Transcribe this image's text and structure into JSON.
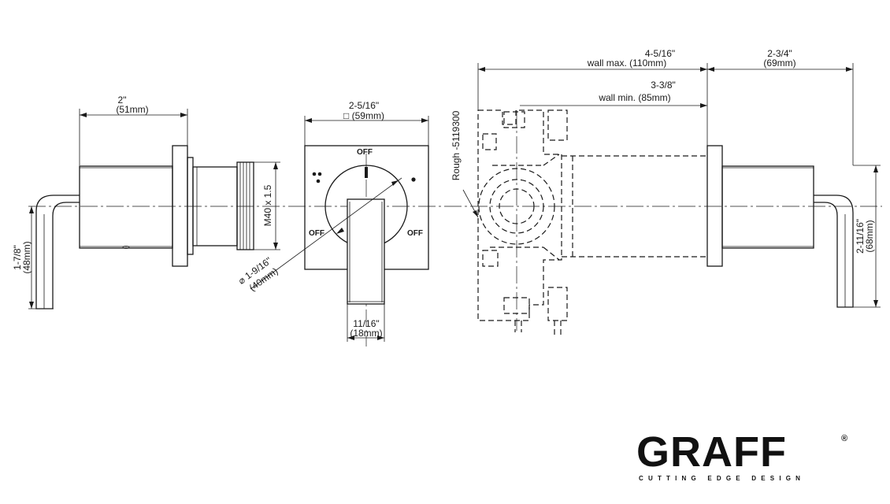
{
  "dimensions": {
    "side_view_width_in": "2\"",
    "side_view_width_mm": "(51mm)",
    "handle_drop_in": "1-7/8\"",
    "handle_drop_mm": "(48mm)",
    "thread": "M40 x 1.5",
    "plate_width_in": "2-5/16\"",
    "plate_width_mm": "□ (59mm)",
    "dial_diameter_in": "⌀  1-9/16\"",
    "dial_diameter_mm": "(40mm)",
    "lever_width_in": "11/16\"",
    "lever_width_mm": "(18mm)",
    "wall_max_in": "4-5/16\"",
    "wall_max_mm": "wall max. (110mm)",
    "wall_min_in": "3-3/8\"",
    "wall_min_mm": "wall min. (85mm)",
    "trim_depth_in": "2-3/4\"",
    "trim_depth_mm": "(69mm)",
    "handle_height_in": "2-11/16\"",
    "handle_height_mm": "(68mm)"
  },
  "labels": {
    "off_top": "OFF",
    "off_left": "OFF",
    "off_right": "OFF",
    "rough": "Rough -5119300"
  },
  "brand": {
    "name": "GRAFF",
    "registered": "®",
    "tagline": "CUTTING EDGE DESIGN"
  }
}
